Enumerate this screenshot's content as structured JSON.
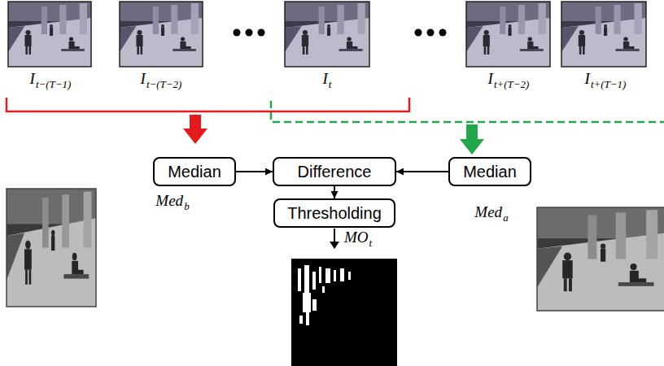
{
  "diagram": {
    "nodes": [
      {
        "text": [
          "Median"
        ]
      },
      {
        "text": [
          "Difference"
        ]
      },
      {
        "text": [
          "Median"
        ]
      },
      {
        "text": [
          "Thresholding"
        ]
      }
    ],
    "edges": [
      {
        "from": 0,
        "to": 1,
        "arrow": "to"
      },
      {
        "from": 2,
        "to": 1,
        "arrow": "to"
      },
      {
        "from": 1,
        "to": 3,
        "arrow": "to"
      }
    ],
    "labels": [
      "I",
      "t−(T−1)",
      "I",
      "t−(T−2)",
      "I",
      "t",
      "I",
      "t+(T−2)",
      "I",
      "t+(T−1)",
      "Med",
      "b",
      "Med",
      "a",
      "MO",
      "t"
    ]
  }
}
